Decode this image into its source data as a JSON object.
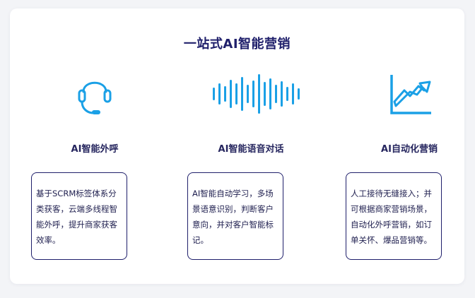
{
  "section": {
    "title": "一站式AI智能营销"
  },
  "features": [
    {
      "icon": "headset-icon",
      "title": "AI智能外呼",
      "description": "基于SCRM标签体系分类获客，云端多线程智能外呼，提升商家获客效率。"
    },
    {
      "icon": "sound-wave-icon",
      "title": "AI智能语音对话",
      "description": "AI智能自动学习，多场景语意识别，判断客户意向，并对客户智能标记。"
    },
    {
      "icon": "growth-chart-icon",
      "title": "AI自动化营销",
      "description": "人工接待无缝接入；并可根据商家营销场景，自动化外呼营销，如订单关怀、爆品营销等。"
    }
  ],
  "colors": {
    "accent": "#1aa0e6",
    "title": "#1f1f6b",
    "border": "#1f1f6b",
    "background": "#f3f4f7",
    "card": "#ffffff"
  }
}
